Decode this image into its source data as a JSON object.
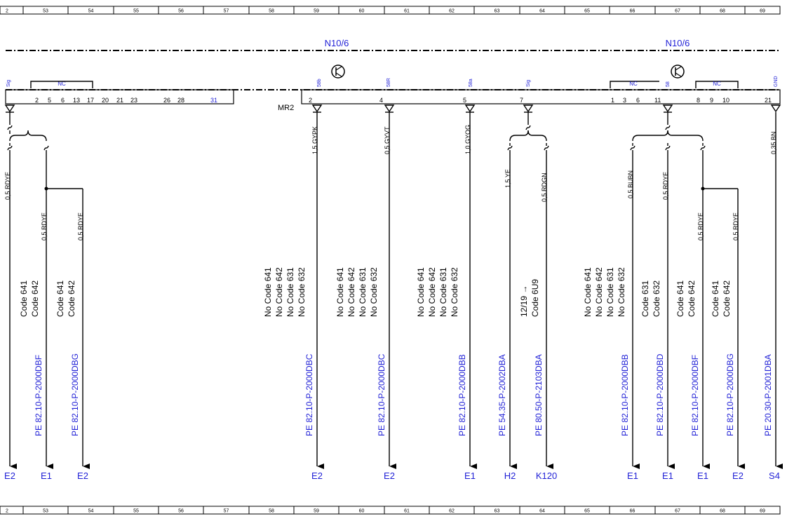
{
  "ruler": [
    "2",
    "53",
    "54",
    "55",
    "56",
    "57",
    "58",
    "59",
    "60",
    "61",
    "62",
    "63",
    "64",
    "65",
    "66",
    "67",
    "68",
    "69"
  ],
  "modules": [
    {
      "label": "N10/6"
    },
    {
      "label": "N10/6"
    }
  ],
  "connector": {
    "label": "MR2"
  },
  "left_block": {
    "nc_label": "NC",
    "sig_label": "Sig",
    "pins": [
      "2",
      "5",
      "6",
      "13",
      "17",
      "20",
      "21",
      "23",
      "26",
      "28",
      "31"
    ]
  },
  "right_group": {
    "pins": [
      "1",
      "3",
      "6",
      "11",
      "8",
      "9",
      "10",
      "21"
    ],
    "nc_labels": [
      "NC",
      "NC"
    ]
  },
  "pins": [
    {
      "name": "58b",
      "num": "2",
      "wire": "1,5 GYPK",
      "codes": [
        "No  Code 641",
        "No  Code 642",
        "No  Code 631",
        "No  Code 632"
      ],
      "ref": "PE 82.10-P-2000DBC",
      "dest": "E2"
    },
    {
      "name": "58R",
      "num": "4",
      "wire": "0,5 GYVT",
      "codes": [
        "No  Code 641",
        "No  Code 642",
        "No  Code 631",
        "No  Code 632"
      ],
      "ref": "PE 82.10-P-2000DBC",
      "dest": "E2"
    },
    {
      "name": "58a",
      "num": "5",
      "wire": "1,0 GYOG",
      "codes": [
        "No  Code 641",
        "No  Code 642",
        "No  Code 631",
        "No  Code 632"
      ],
      "ref": "PE 82.10-P-2000DBB",
      "dest": "E1"
    },
    {
      "name": "Sig",
      "num": "7"
    },
    {
      "name": "58",
      "num": "11"
    },
    {
      "name": "GND",
      "num": "21",
      "wire": "0,35 BN",
      "ref": "PE 20.30-P-2001DBA",
      "dest": "S4"
    }
  ],
  "branches": [
    {
      "wire": "0,5 RDYE",
      "ref": "",
      "dest": "E2"
    },
    {
      "wire": "0,5 RDYE",
      "codes": [
        "Code 641",
        "Code 642"
      ],
      "ref": "PE 82.10-P-2000DBF",
      "dest": "E1"
    },
    {
      "wire": "0,5 RDYE",
      "codes": [
        "Code 641",
        "Code 642"
      ],
      "ref": "PE 82.10-P-2000DBG",
      "dest": "E2"
    },
    {
      "wire": "1,5 YE",
      "ref": "PE 54.35-P-2002DBA",
      "dest": "H2"
    },
    {
      "wire": "0,5 RDGN",
      "codes": [
        "12/19 →",
        "Code 6U9"
      ],
      "ref": "PE 80.50-P-2103DBA",
      "dest": "K120"
    },
    {
      "wire": "0,5 BUBN",
      "codes": [
        "No  Code 641",
        "No  Code 642",
        "No  Code 631",
        "No  Code 632"
      ],
      "ref": "PE 82.10-P-2000DBB",
      "dest": "E1"
    },
    {
      "wire": "0,5 RDYE",
      "codes": [
        "Code 631",
        "Code 632"
      ],
      "ref": "PE 82.10-P-2000DBD",
      "dest": "E1"
    },
    {
      "wire": "0,5 RDYE",
      "codes": [
        "Code 641",
        "Code 642"
      ],
      "ref": "PE 82.10-P-2000DBF",
      "dest": "E1"
    },
    {
      "wire": "0,5 RDYE",
      "codes": [
        "Code 641",
        "Code 642"
      ],
      "ref": "PE 82.10-P-2000DBG",
      "dest": "E2"
    }
  ]
}
